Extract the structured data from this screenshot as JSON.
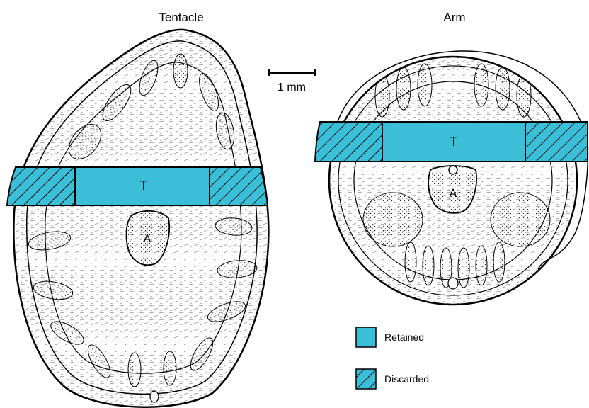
{
  "panels": {
    "tentacle": {
      "title": "Tentacle",
      "band_label": "T",
      "center_label": "A"
    },
    "arm": {
      "title": "Arm",
      "band_label": "T",
      "center_label": "A"
    }
  },
  "scale_bar": {
    "label": "1 mm"
  },
  "legend": {
    "retained": {
      "label": "Retained",
      "color": "#3bbfd8"
    },
    "discarded": {
      "label": "Discarded",
      "color": "#3bbfd8",
      "pattern": "diagonal-hatch"
    }
  },
  "colors": {
    "band": "#3bbfd8",
    "outline": "#000000"
  }
}
